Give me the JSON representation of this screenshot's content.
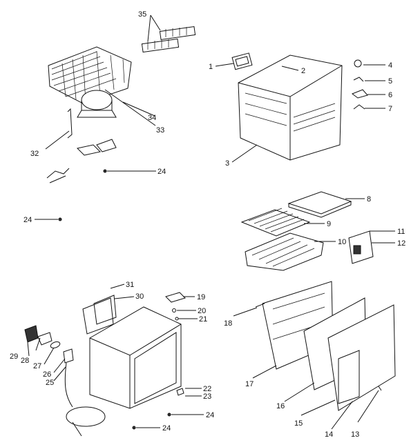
{
  "callouts": [
    "1",
    "2",
    "3",
    "4",
    "5",
    "6",
    "7",
    "8",
    "9",
    "10",
    "11",
    "12",
    "13",
    "14",
    "15",
    "16",
    "17",
    "18",
    "19",
    "20",
    "21",
    "22",
    "23",
    "24",
    "24",
    "24",
    "24",
    "25",
    "26",
    "27",
    "28",
    "29",
    "30",
    "31",
    "32",
    "33",
    "34",
    "35"
  ]
}
